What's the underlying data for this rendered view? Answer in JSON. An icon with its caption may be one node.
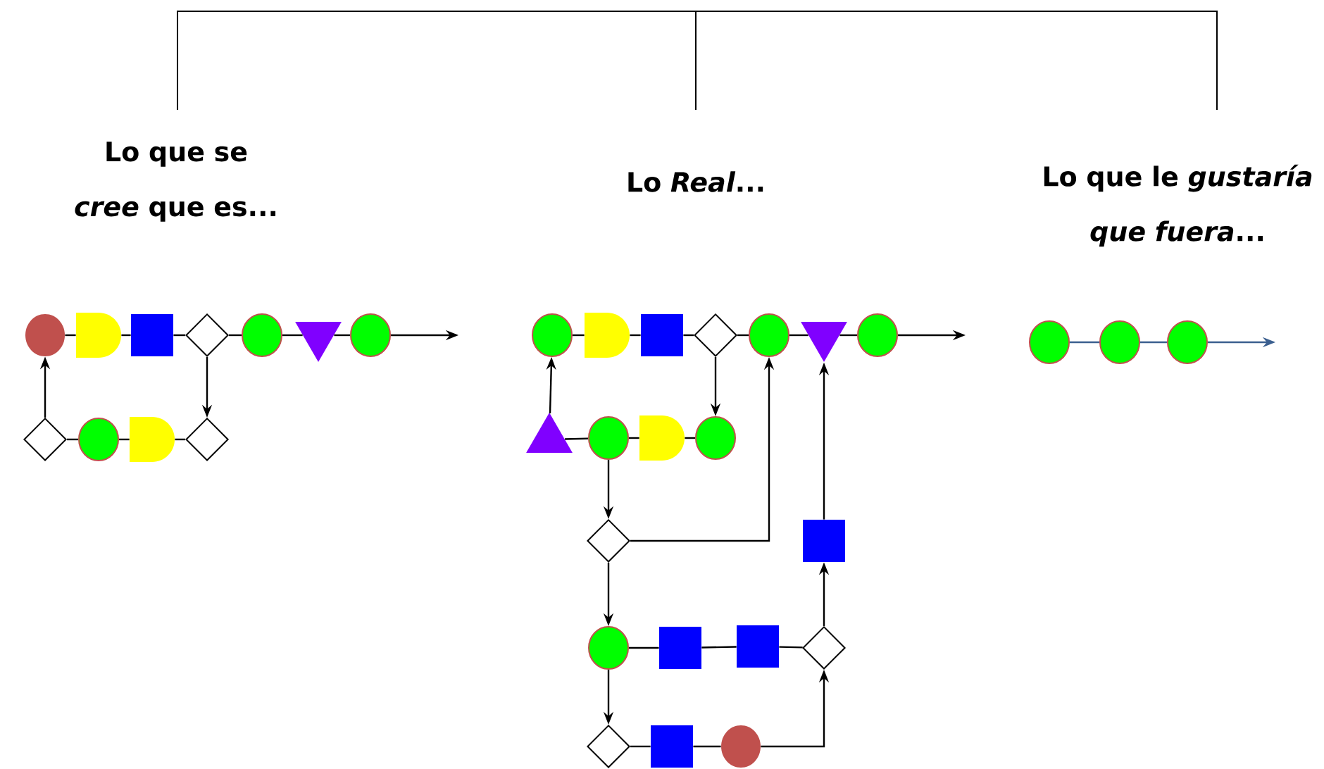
{
  "diagram": {
    "nodes": [
      {
        "text": [],
        "shape": "circle"
      },
      {
        "text": [],
        "shape": "semicircle"
      },
      {
        "text": [],
        "shape": "box"
      },
      {
        "text": [],
        "shape": "diamond"
      },
      {
        "text": [],
        "shape": "circle"
      },
      {
        "text": [],
        "shape": "inverted-triangle"
      },
      {
        "text": [],
        "shape": "circle"
      },
      {
        "text": [],
        "shape": "diamond"
      },
      {
        "text": [],
        "shape": "circle"
      },
      {
        "text": [],
        "shape": "semicircle"
      },
      {
        "text": [],
        "shape": "diamond"
      },
      {
        "text": [],
        "shape": "circle"
      },
      {
        "text": [],
        "shape": "semicircle"
      },
      {
        "text": [],
        "shape": "box"
      },
      {
        "text": [],
        "shape": "diamond"
      },
      {
        "text": [],
        "shape": "circle"
      },
      {
        "text": [],
        "shape": "inverted-triangle"
      },
      {
        "text": [],
        "shape": "circle"
      },
      {
        "text": [],
        "shape": "triangle"
      },
      {
        "text": [],
        "shape": "circle"
      },
      {
        "text": [],
        "shape": "semicircle"
      },
      {
        "text": [],
        "shape": "circle"
      },
      {
        "text": [],
        "shape": "diamond"
      },
      {
        "text": [],
        "shape": "box"
      },
      {
        "text": [],
        "shape": "circle"
      },
      {
        "text": [],
        "shape": "box"
      },
      {
        "text": [],
        "shape": "box"
      },
      {
        "text": [],
        "shape": "diamond"
      },
      {
        "text": [],
        "shape": "diamond"
      },
      {
        "text": [],
        "shape": "box"
      },
      {
        "text": [],
        "shape": "circle"
      },
      {
        "text": [],
        "shape": "circle"
      },
      {
        "text": [],
        "shape": "circle"
      },
      {
        "text": [],
        "shape": "circle"
      }
    ],
    "edges": [
      {
        "from": 0,
        "to": 1,
        "arrow": "none"
      },
      {
        "from": 1,
        "to": 2,
        "arrow": "none"
      },
      {
        "from": 2,
        "to": 3,
        "arrow": "none"
      },
      {
        "from": 3,
        "to": 4,
        "arrow": "none"
      },
      {
        "from": 4,
        "to": 5,
        "arrow": "none"
      },
      {
        "from": 5,
        "to": 6,
        "arrow": "none"
      },
      {
        "from": 6,
        "to": null,
        "arrow": "to"
      },
      {
        "from": 3,
        "to": 10,
        "arrow": "to"
      },
      {
        "from": 7,
        "to": 0,
        "arrow": "to"
      },
      {
        "from": 7,
        "to": 8,
        "arrow": "none"
      },
      {
        "from": 8,
        "to": 9,
        "arrow": "none"
      },
      {
        "from": 9,
        "to": 10,
        "arrow": "none"
      },
      {
        "from": 11,
        "to": 12,
        "arrow": "none"
      },
      {
        "from": 12,
        "to": 13,
        "arrow": "none"
      },
      {
        "from": 13,
        "to": 14,
        "arrow": "none"
      },
      {
        "from": 14,
        "to": 15,
        "arrow": "none"
      },
      {
        "from": 15,
        "to": 16,
        "arrow": "none"
      },
      {
        "from": 16,
        "to": 17,
        "arrow": "none"
      },
      {
        "from": 17,
        "to": null,
        "arrow": "to"
      },
      {
        "from": 14,
        "to": 21,
        "arrow": "to"
      },
      {
        "from": 18,
        "to": 11,
        "arrow": "to"
      },
      {
        "from": 18,
        "to": 19,
        "arrow": "none"
      },
      {
        "from": 19,
        "to": 20,
        "arrow": "none"
      },
      {
        "from": 20,
        "to": 21,
        "arrow": "none"
      },
      {
        "from": 19,
        "to": 22,
        "arrow": "to"
      },
      {
        "from": 22,
        "to": 15,
        "arrow": "to"
      },
      {
        "from": 22,
        "to": 24,
        "arrow": "to"
      },
      {
        "from": 24,
        "to": 25,
        "arrow": "none"
      },
      {
        "from": 25,
        "to": 26,
        "arrow": "none"
      },
      {
        "from": 26,
        "to": 27,
        "arrow": "none"
      },
      {
        "from": 27,
        "to": 23,
        "arrow": "to"
      },
      {
        "from": 23,
        "to": 16,
        "arrow": "to"
      },
      {
        "from": 24,
        "to": 28,
        "arrow": "to"
      },
      {
        "from": 28,
        "to": 29,
        "arrow": "none"
      },
      {
        "from": 29,
        "to": 30,
        "arrow": "none"
      },
      {
        "from": 30,
        "to": 27,
        "arrow": "to"
      },
      {
        "from": 31,
        "to": 32,
        "arrow": "none",
        "color": "#3b5f8f"
      },
      {
        "from": 32,
        "to": 33,
        "arrow": "none",
        "color": "#3b5f8f"
      },
      {
        "from": 33,
        "to": null,
        "arrow": "to",
        "color": "#3b5f8f"
      }
    ],
    "labels": [
      "Lo que se *cree* que es...",
      "Lo *Real*...",
      "Lo que le *gustaría que fuera*..."
    ]
  }
}
